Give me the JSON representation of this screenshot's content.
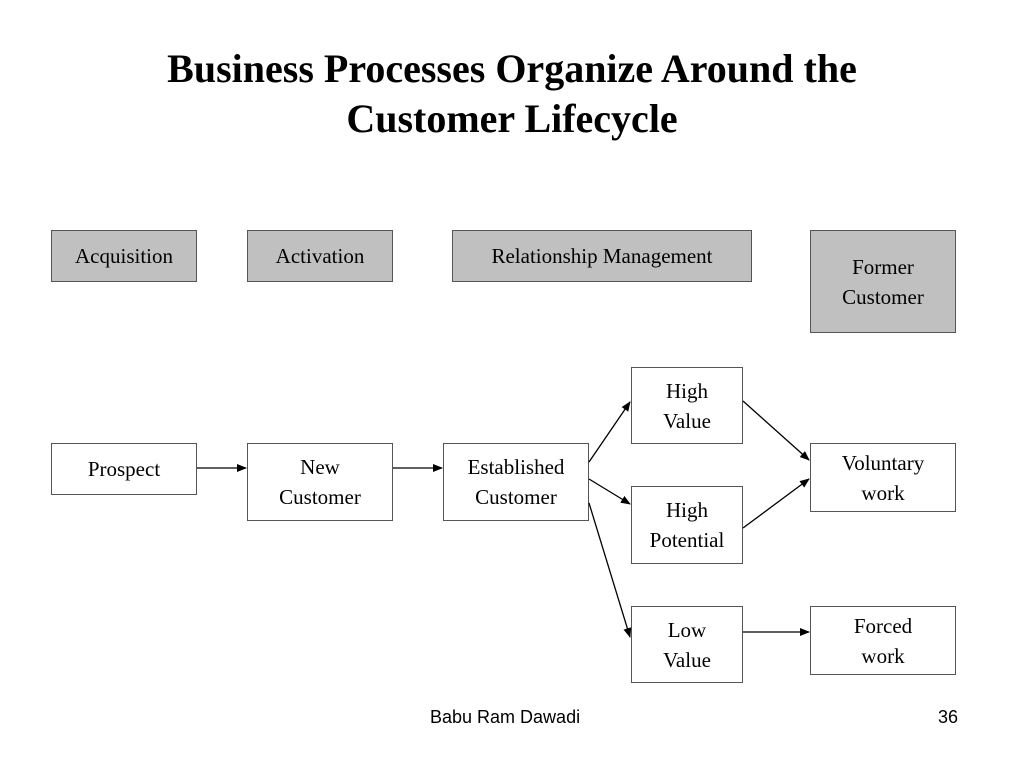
{
  "slide": {
    "title_line1": "Business Processes Organize Around the",
    "title_line2": "Customer Lifecycle",
    "author": "Babu Ram Dawadi",
    "page_number": "36"
  },
  "stages": {
    "acquisition": "Acquisition",
    "activation": "Activation",
    "relationship": "Relationship Management",
    "former": "Former\nCustomer"
  },
  "nodes": {
    "prospect": "Prospect",
    "new_customer": "New\nCustomer",
    "established": "Established\nCustomer",
    "high_value": "High\nValue",
    "high_potential": "High\nPotential",
    "low_value": "Low\nValue",
    "voluntary": "Voluntary\nwork",
    "forced": "Forced\nwork"
  },
  "colors": {
    "stage_fill": "#c0c0c0",
    "node_fill": "#ffffff",
    "border": "#555555",
    "arrow": "#000000"
  }
}
